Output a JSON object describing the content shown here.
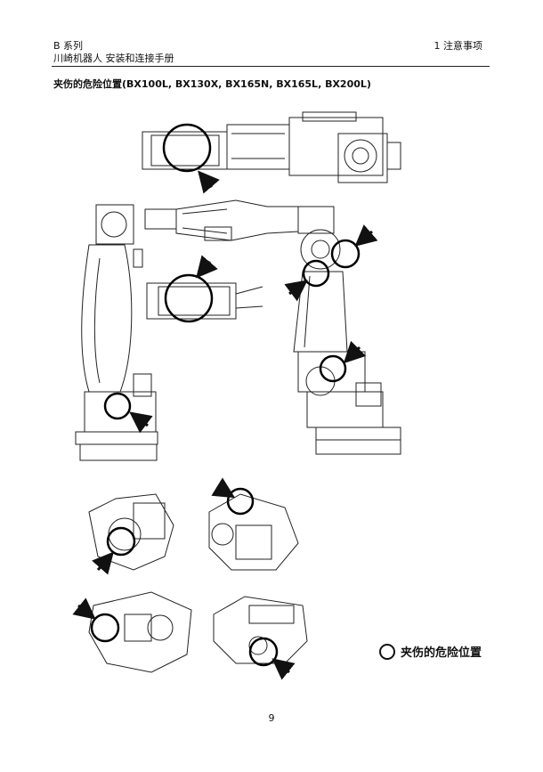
{
  "header": {
    "series": "B 系列",
    "manual": "川崎机器人  安装和连接手册",
    "chapter": "1   注意事项"
  },
  "section": {
    "title": "夹伤的危险位置(BX100L, BX130X, BX165N, BX165L, BX200L)"
  },
  "legend": {
    "label": "夹伤的危险位置"
  },
  "footer": {
    "page_number": "9"
  }
}
